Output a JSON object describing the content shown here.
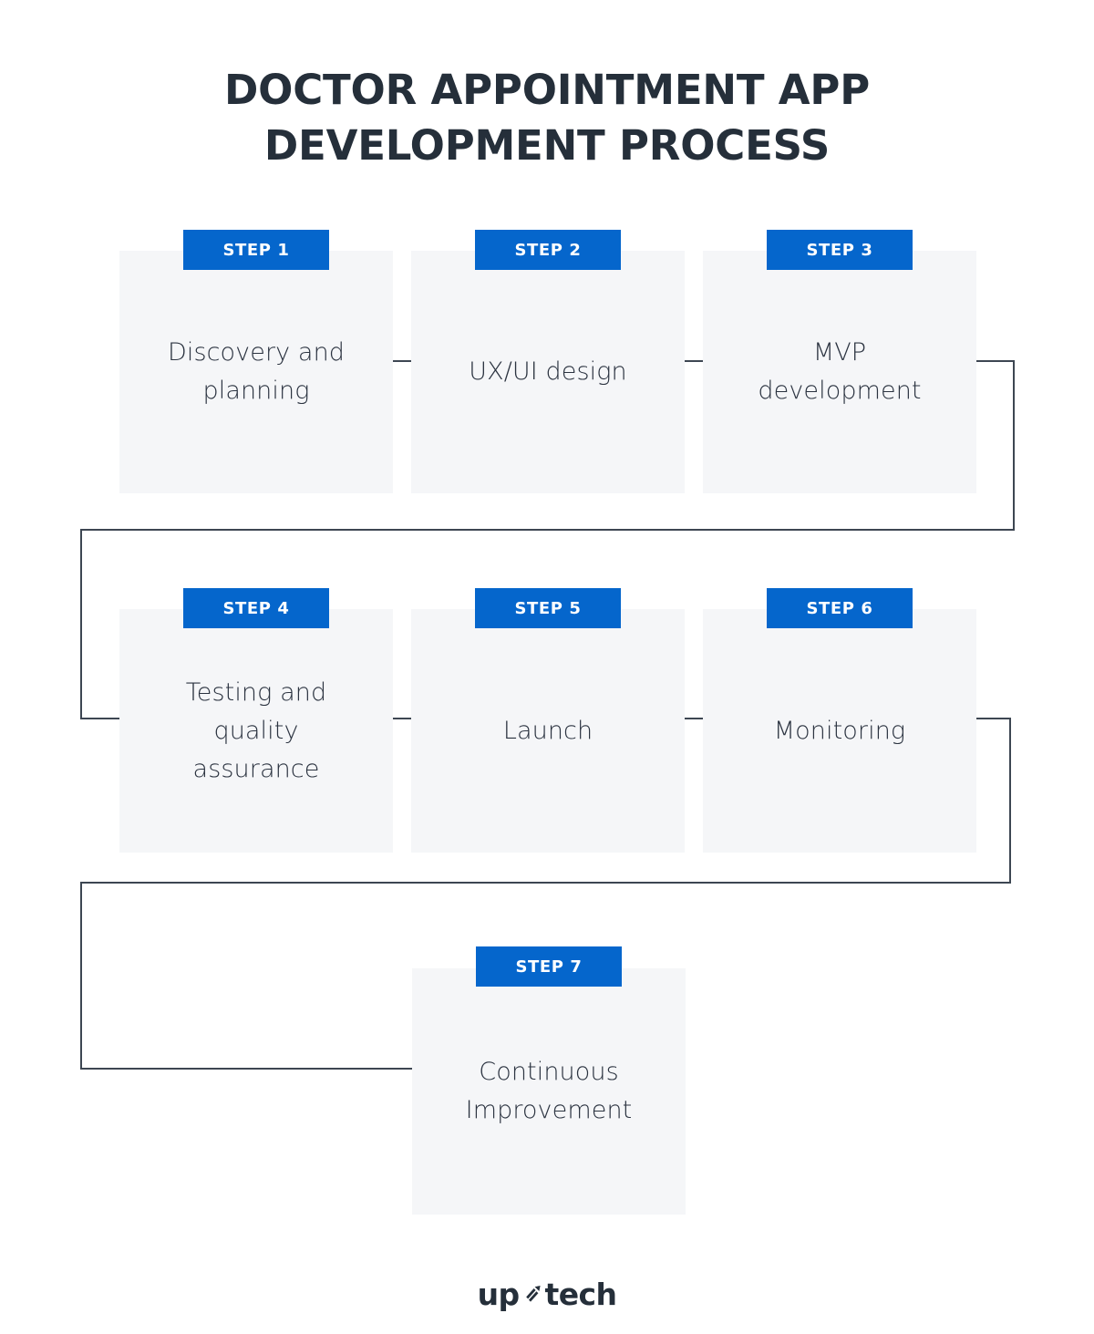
{
  "title": {
    "line1": "Doctor appointment app",
    "line2": "development process"
  },
  "colors": {
    "accent": "#0566cc",
    "card_background": "#f5f6f8",
    "text": "#2b3340",
    "title": "#252f3a",
    "connector": "#3d4652",
    "page_background": "#ffffff"
  },
  "steps": [
    {
      "badge": "Step 1",
      "label": "Discovery and\nplanning"
    },
    {
      "badge": "Step 2",
      "label": "UX/UI design"
    },
    {
      "badge": "Step 3",
      "label": "MVP\ndevelopment"
    },
    {
      "badge": "Step 4",
      "label": "Testing and\nquality\nassurance"
    },
    {
      "badge": "Step 5",
      "label": "Launch"
    },
    {
      "badge": "Step 6",
      "label": "Monitoring"
    },
    {
      "badge": "Step 7",
      "label": "Continuous\nImprovement"
    }
  ],
  "logo": {
    "word_left": "up",
    "word_right": "tech",
    "mark": "arrow-mark-icon"
  },
  "chart_data": {
    "type": "flowchart",
    "title": "Doctor appointment app development process",
    "orientation": "serpentine-rows",
    "nodes": [
      {
        "id": 1,
        "badge": "Step 1",
        "label": "Discovery and planning",
        "row": 1,
        "column": 1
      },
      {
        "id": 2,
        "badge": "Step 2",
        "label": "UX/UI design",
        "row": 1,
        "column": 2
      },
      {
        "id": 3,
        "badge": "Step 3",
        "label": "MVP development",
        "row": 1,
        "column": 3
      },
      {
        "id": 4,
        "badge": "Step 4",
        "label": "Testing and quality assurance",
        "row": 2,
        "column": 1
      },
      {
        "id": 5,
        "badge": "Step 5",
        "label": "Launch",
        "row": 2,
        "column": 2
      },
      {
        "id": 6,
        "badge": "Step 6",
        "label": "Monitoring",
        "row": 2,
        "column": 3
      },
      {
        "id": 7,
        "badge": "Step 7",
        "label": "Continuous Improvement",
        "row": 3,
        "column": 2
      }
    ],
    "edges": [
      {
        "from": 1,
        "to": 2,
        "style": "straight"
      },
      {
        "from": 2,
        "to": 3,
        "style": "straight"
      },
      {
        "from": 3,
        "to": 4,
        "style": "right-down-left-down-right"
      },
      {
        "from": 4,
        "to": 5,
        "style": "straight"
      },
      {
        "from": 5,
        "to": 6,
        "style": "straight"
      },
      {
        "from": 6,
        "to": 7,
        "style": "right-down-left-down-right"
      }
    ]
  }
}
